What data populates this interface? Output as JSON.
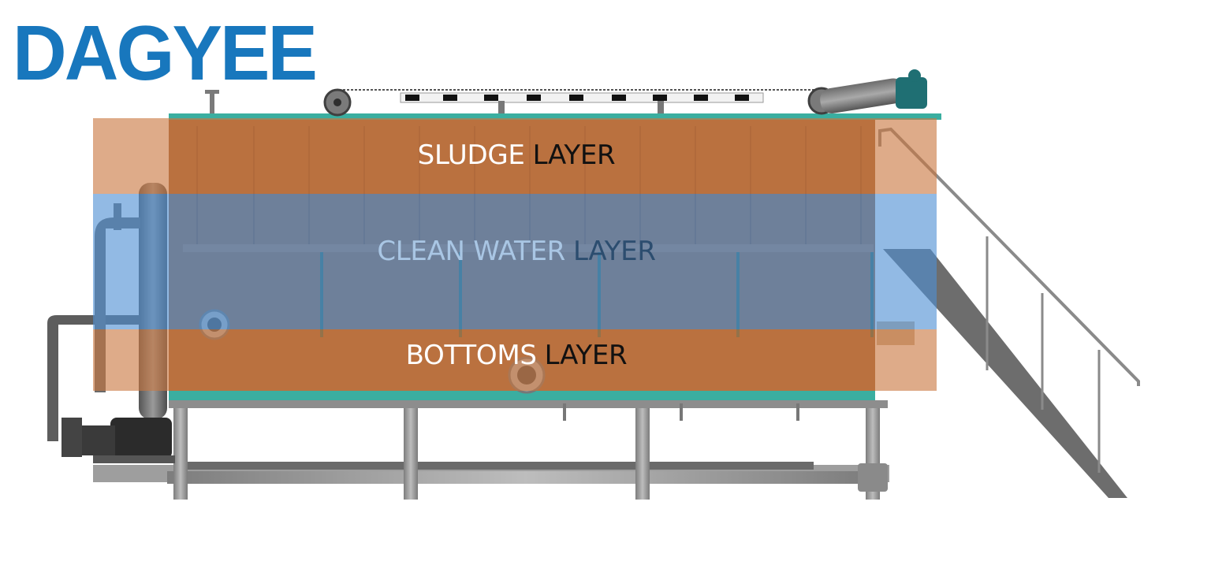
{
  "logo": {
    "text": "DAGYEE",
    "color": "#1877bd"
  },
  "layers": {
    "sludge": {
      "word": "SLUDGE",
      "suffix": "LAYER",
      "color": "#c97740"
    },
    "clean_water": {
      "word": "CLEAN WATER",
      "suffix": "LAYER",
      "color": "#4f8fd4"
    },
    "bottoms": {
      "word": "BOTTOMS",
      "suffix": "LAYER",
      "color": "#c97740"
    }
  },
  "equipment_colors": {
    "tank_body": "#a0673e",
    "tank_rim": "#3aaea0",
    "steel": "#8a8a8a",
    "motor": "#1f6f73"
  }
}
